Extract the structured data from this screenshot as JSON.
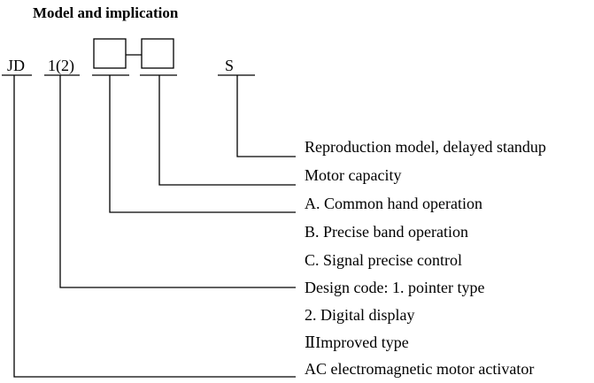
{
  "title": "Model and implication",
  "code": {
    "prefix": "JD",
    "design_code": "1(2)",
    "suffix": "S"
  },
  "descriptions": {
    "reproduction": "Reproduction model, delayed standup",
    "motor_capacity": "Motor capacity",
    "operation_a": "A. Common hand operation",
    "operation_b": "B. Precise band operation",
    "operation_c": "C. Signal precise control",
    "design_code_1": "Design code: 1. pointer type",
    "design_code_2": "2. Digital display",
    "improved_type": "ⅡImproved type",
    "ac_activator": "AC electromagnetic motor activator"
  }
}
